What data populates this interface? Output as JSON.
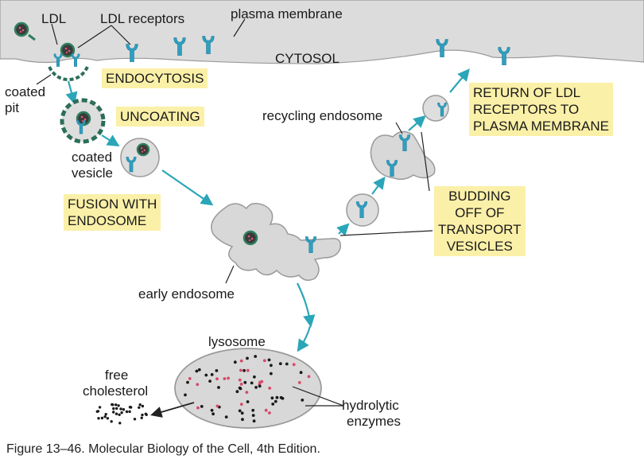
{
  "labels": {
    "ldl": "LDL",
    "ldl_receptors": "LDL receptors",
    "plasma_membrane": "plasma membrane",
    "cytosol": "CYTOSOL",
    "coated_pit_1": "coated",
    "coated_pit_2": "pit",
    "coated_vesicle_1": "coated",
    "coated_vesicle_2": "vesicle",
    "recycling_endosome": "recycling endosome",
    "early_endosome": "early endosome",
    "lysosome": "lysosome",
    "free_cholesterol_1": "free",
    "free_cholesterol_2": "cholesterol",
    "hydrolytic_enzymes_1": "hydrolytic",
    "hydrolytic_enzymes_2": "enzymes"
  },
  "steps": {
    "endocytosis": "ENDOCYTOSIS",
    "uncoating": "UNCOATING",
    "fusion_1": "FUSION WITH",
    "fusion_2": "ENDOSOME",
    "return_1": "RETURN OF LDL",
    "return_2": "RECEPTORS TO",
    "return_3": "PLASMA MEMBRANE",
    "budding_1": "BUDDING",
    "budding_2": "OFF OF",
    "budding_3": "TRANSPORT",
    "budding_4": "VESICLES"
  },
  "caption": "Figure 13–46. Molecular Biology of the Cell, 4th Edition.",
  "colors": {
    "membrane_fill": "#dcdcdc",
    "membrane_edge": "#9a9a9a",
    "receptor": "#2f9fc0",
    "coat": "#2c6e5a",
    "arrow": "#2aa6b8",
    "label_box": "#fbf0a8",
    "enzyme_red": "#d64a6a"
  }
}
